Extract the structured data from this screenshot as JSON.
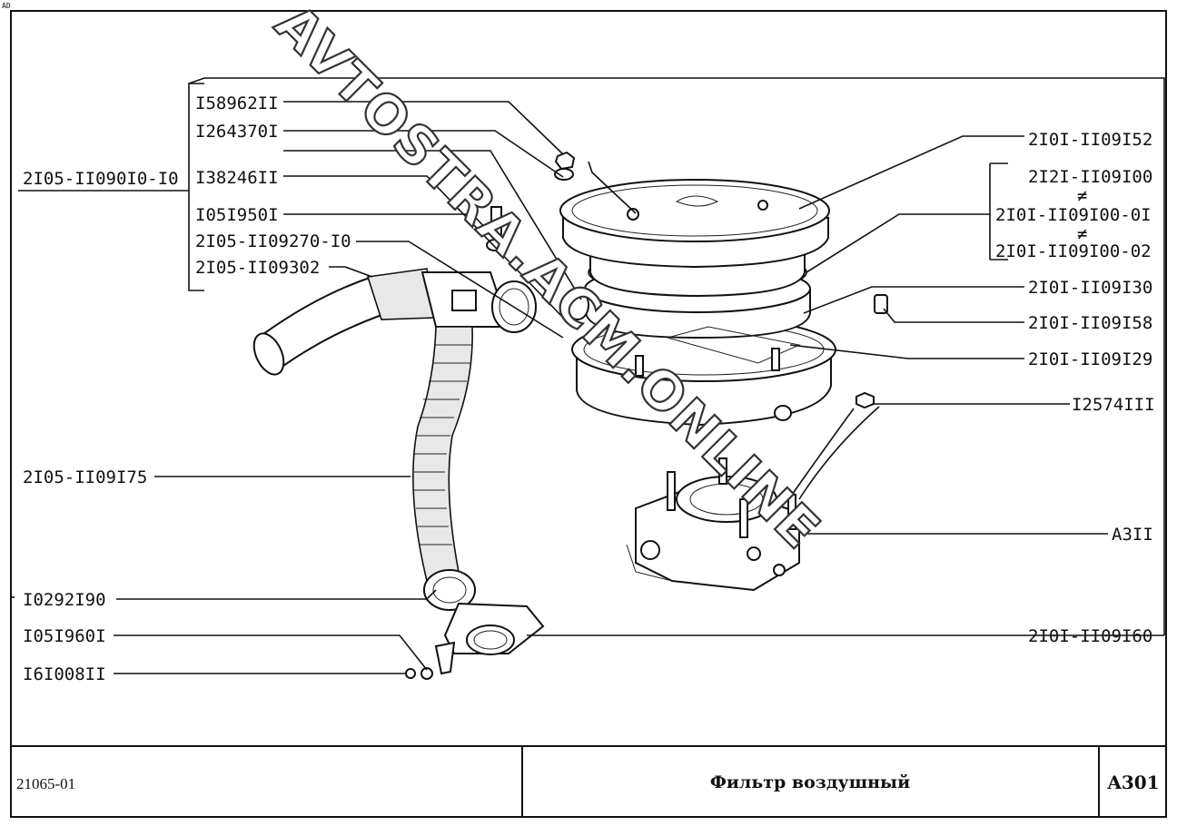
{
  "corner_mark": "AD",
  "part_labels": {
    "l1": "I58962II",
    "l2": "I264370I",
    "l3": "I38246II",
    "l4": "I05I950I",
    "l5": "2I05-II09270-I0",
    "l6": "2I05-II09302",
    "assembly": "2I05-II090I0-I0",
    "hose": "2I05-II09I75",
    "clamp": "I0292I90",
    "washer": "I05I960I",
    "nut": "I6I008II",
    "cover": "2I0I-II09I52",
    "body1": "2I2I-II09I00",
    "body2": "2I0I-II09I00-0I",
    "body3": "2I0I-II09I00-02",
    "element": "2I0I-II09I30",
    "bushing": "2I0I-II09I58",
    "gasket": "2I0I-II09I29",
    "nut2": "I2574III",
    "carb": "A3II",
    "bracket": "2I0I-II09I60"
  },
  "neq_symbol": "≠",
  "watermark": "AVTOSTRA.ACM.ONLINE",
  "footer": {
    "model": "21065-01",
    "title": "Фильтр воздушный",
    "sheet": "A301"
  }
}
